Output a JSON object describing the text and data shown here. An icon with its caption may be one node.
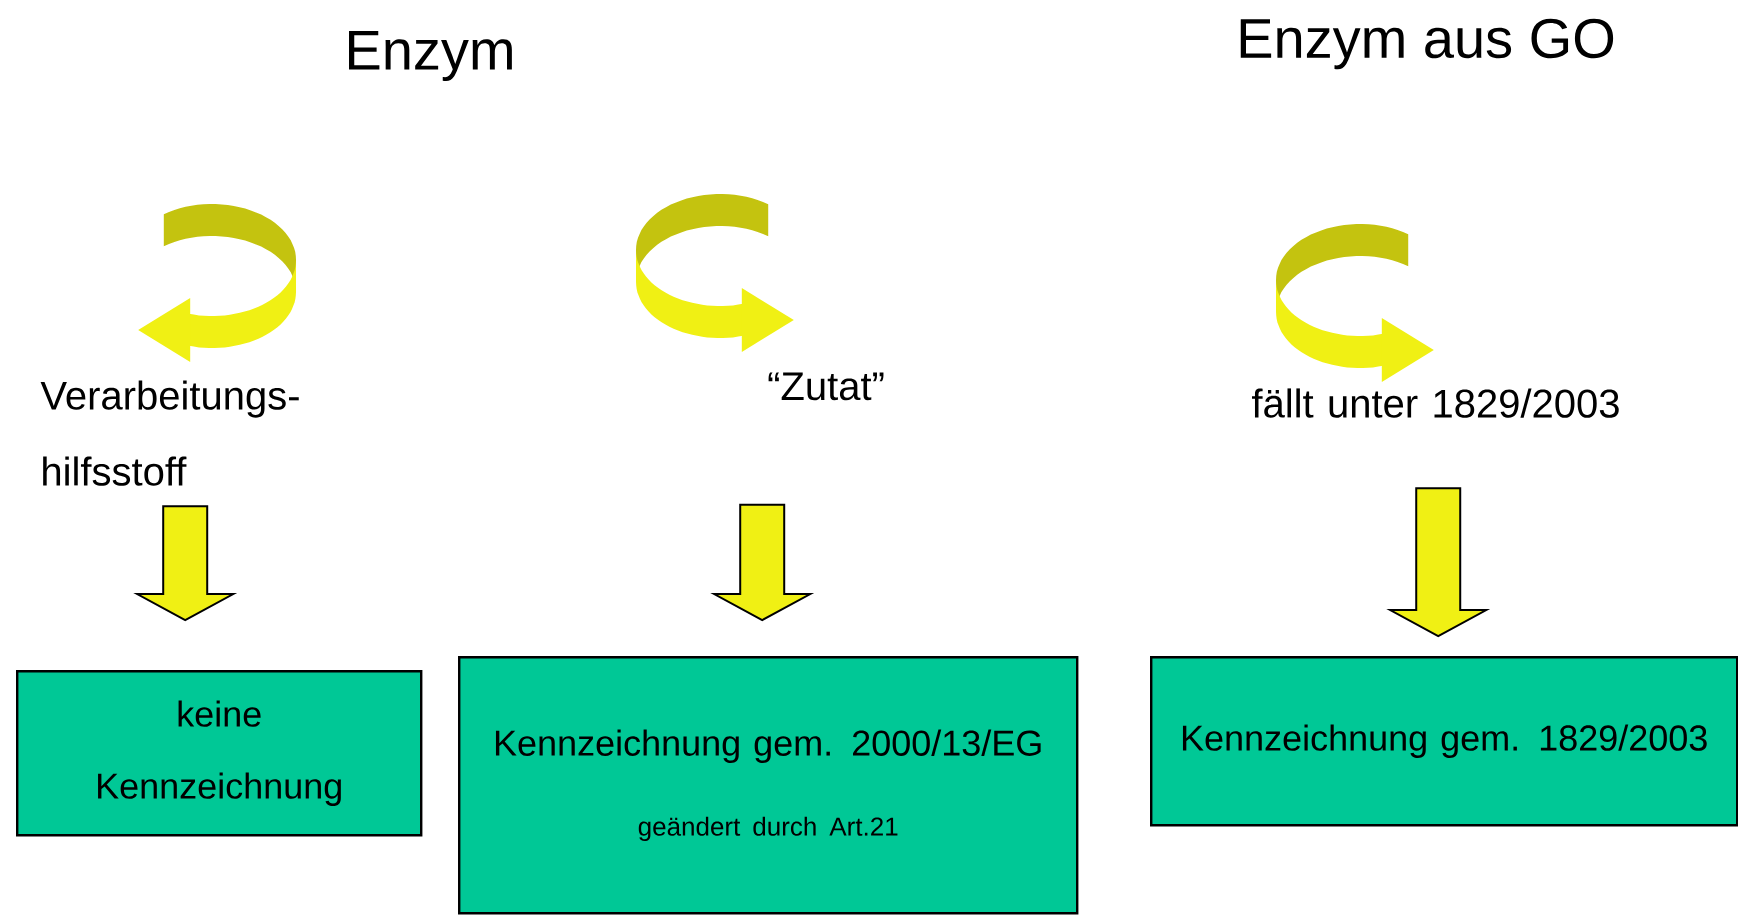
{
  "diagram": {
    "nodes": [
      {
        "text": [
          "Verarbeitungs- hilfsstoff"
        ]
      },
      {
        "text": [
          "“Zutat”"
        ]
      },
      {
        "text": [
          "fällt unter 1829/2003"
        ]
      },
      {
        "text": [
          "keine Kennzeichnung"
        ]
      },
      {
        "text": [
          "Kennzeichnung gem. 2000/13/EG",
          "geändert durch Art.21"
        ]
      },
      {
        "text": [
          "Kennzeichnung gem. 1829/2003"
        ]
      }
    ],
    "edges": [
      {
        "from": 0,
        "to": 3,
        "arrow": "to"
      },
      {
        "from": 1,
        "to": 4,
        "arrow": "to"
      },
      {
        "from": 2,
        "to": 5,
        "arrow": "to"
      }
    ],
    "labels": [
      "Enzym",
      "Enzym aus GO"
    ]
  }
}
